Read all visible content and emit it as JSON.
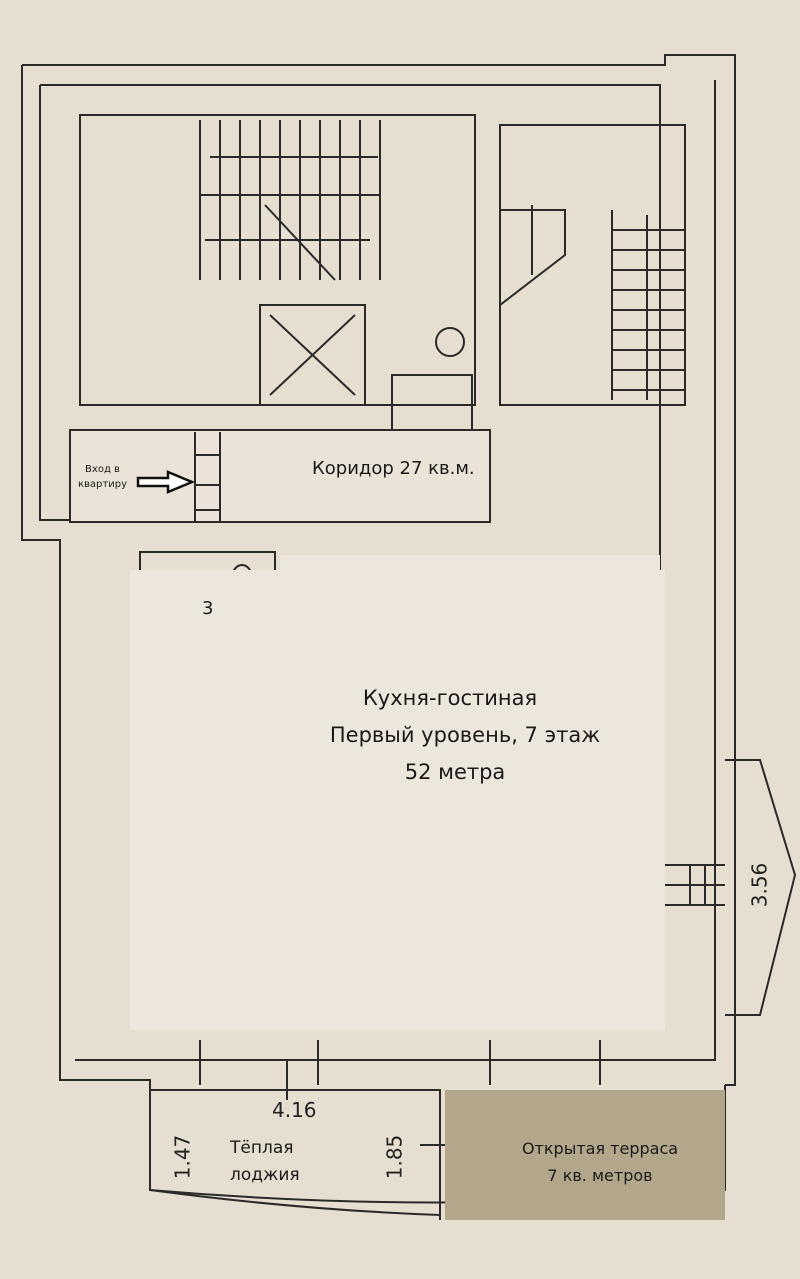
{
  "colors": {
    "paper": "#e6ded1",
    "wall": "#2a2a2a",
    "room": "#ede6dc",
    "terrace": "#b3a78b"
  },
  "labels": {
    "entrance_line1": "Вход в",
    "entrance_line2": "квартиру",
    "corridor": "Коридор 27 кв.м.",
    "bathroom": "3",
    "living_line1": "Кухня-гостиная",
    "living_line2": "Первый уровень, 7 этаж",
    "living_line3": "52 метра",
    "loggia_line1": "Тёплая",
    "loggia_line2": "лоджия",
    "terrace_line1": "Открытая терраса",
    "terrace_line2": "7 кв. метров"
  },
  "dimensions": {
    "bay_width": "3.56",
    "loggia_length": "4.16",
    "loggia_left": "1.47",
    "loggia_right": "1.85"
  }
}
